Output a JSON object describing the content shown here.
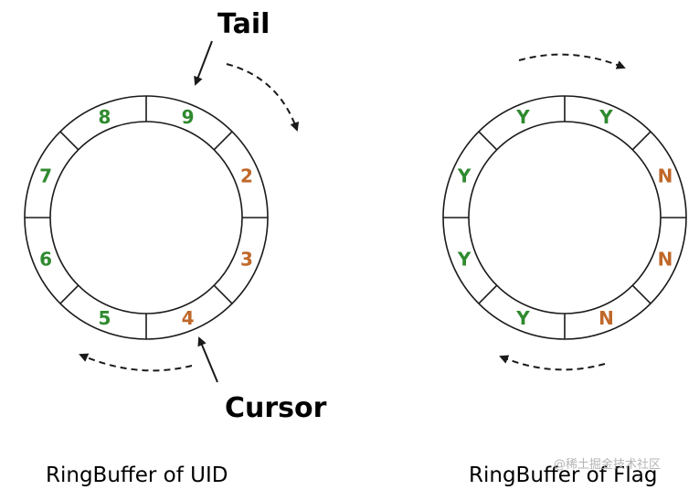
{
  "colors": {
    "outline": "#1a1a1a",
    "filled": "#2f8a2f",
    "pending": "#c0682a",
    "watermark": "#b5b5b5"
  },
  "uid_ring": {
    "caption": "RingBuffer of UID",
    "tail_label": "Tail",
    "cursor_label": "Cursor",
    "slots": [
      {
        "text": "9",
        "state": "filled"
      },
      {
        "text": "2",
        "state": "pending"
      },
      {
        "text": "3",
        "state": "pending"
      },
      {
        "text": "4",
        "state": "pending"
      },
      {
        "text": "5",
        "state": "filled"
      },
      {
        "text": "6",
        "state": "filled"
      },
      {
        "text": "7",
        "state": "filled"
      },
      {
        "text": "8",
        "state": "filled"
      }
    ]
  },
  "flag_ring": {
    "caption": "RingBuffer of Flag",
    "slots": [
      {
        "text": "Y",
        "state": "filled"
      },
      {
        "text": "N",
        "state": "pending"
      },
      {
        "text": "N",
        "state": "pending"
      },
      {
        "text": "N",
        "state": "pending"
      },
      {
        "text": "Y",
        "state": "filled"
      },
      {
        "text": "Y",
        "state": "filled"
      },
      {
        "text": "Y",
        "state": "filled"
      },
      {
        "text": "Y",
        "state": "filled"
      }
    ]
  },
  "watermark": "@稀土掘金技术社区"
}
